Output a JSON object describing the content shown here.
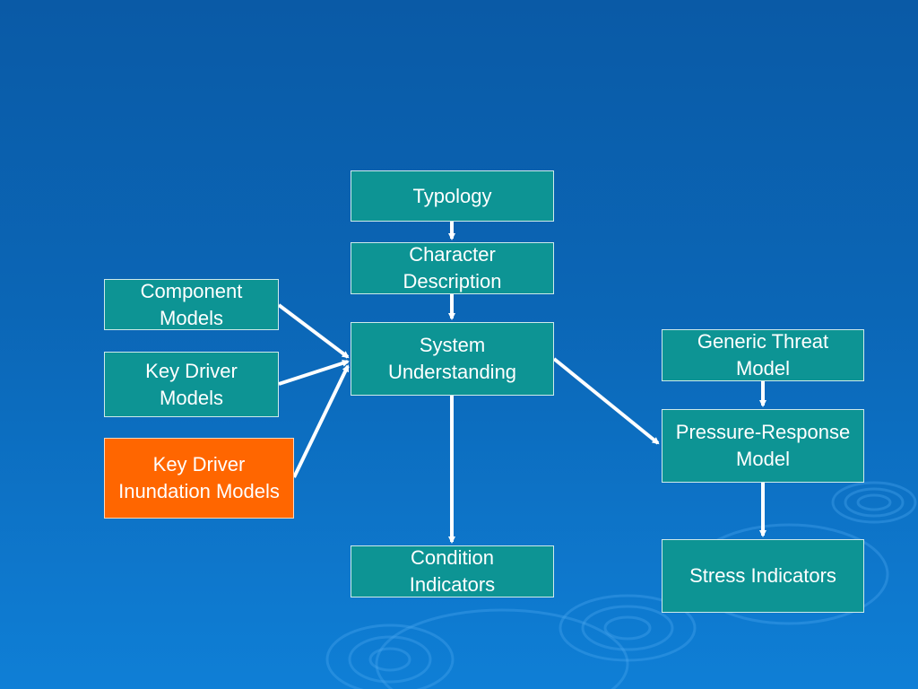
{
  "colors": {
    "background": "#0b66b6",
    "box_fill": "#0d9494",
    "highlight_fill": "#ff6600",
    "arrow": "#ffffff"
  },
  "nodes": {
    "typology": "Typology",
    "character_description": "Character\nDescription",
    "component_models": "Component\nModels",
    "key_driver_models": "Key Driver\nModels",
    "key_driver_inundation_models": "Key Driver\nInundation Models",
    "system_understanding": "System\nUnderstanding",
    "condition_indicators": "Condition\nIndicators",
    "generic_threat_model": "Generic Threat\nModel",
    "pressure_response_model": "Pressure-Response\nModel",
    "stress_indicators": "Stress Indicators"
  },
  "edges": [
    [
      "typology",
      "character_description"
    ],
    [
      "character_description",
      "system_understanding"
    ],
    [
      "component_models",
      "system_understanding"
    ],
    [
      "key_driver_models",
      "system_understanding"
    ],
    [
      "key_driver_inundation_models",
      "system_understanding"
    ],
    [
      "system_understanding",
      "condition_indicators"
    ],
    [
      "system_understanding",
      "pressure_response_model"
    ],
    [
      "generic_threat_model",
      "pressure_response_model"
    ],
    [
      "pressure_response_model",
      "stress_indicators"
    ]
  ]
}
